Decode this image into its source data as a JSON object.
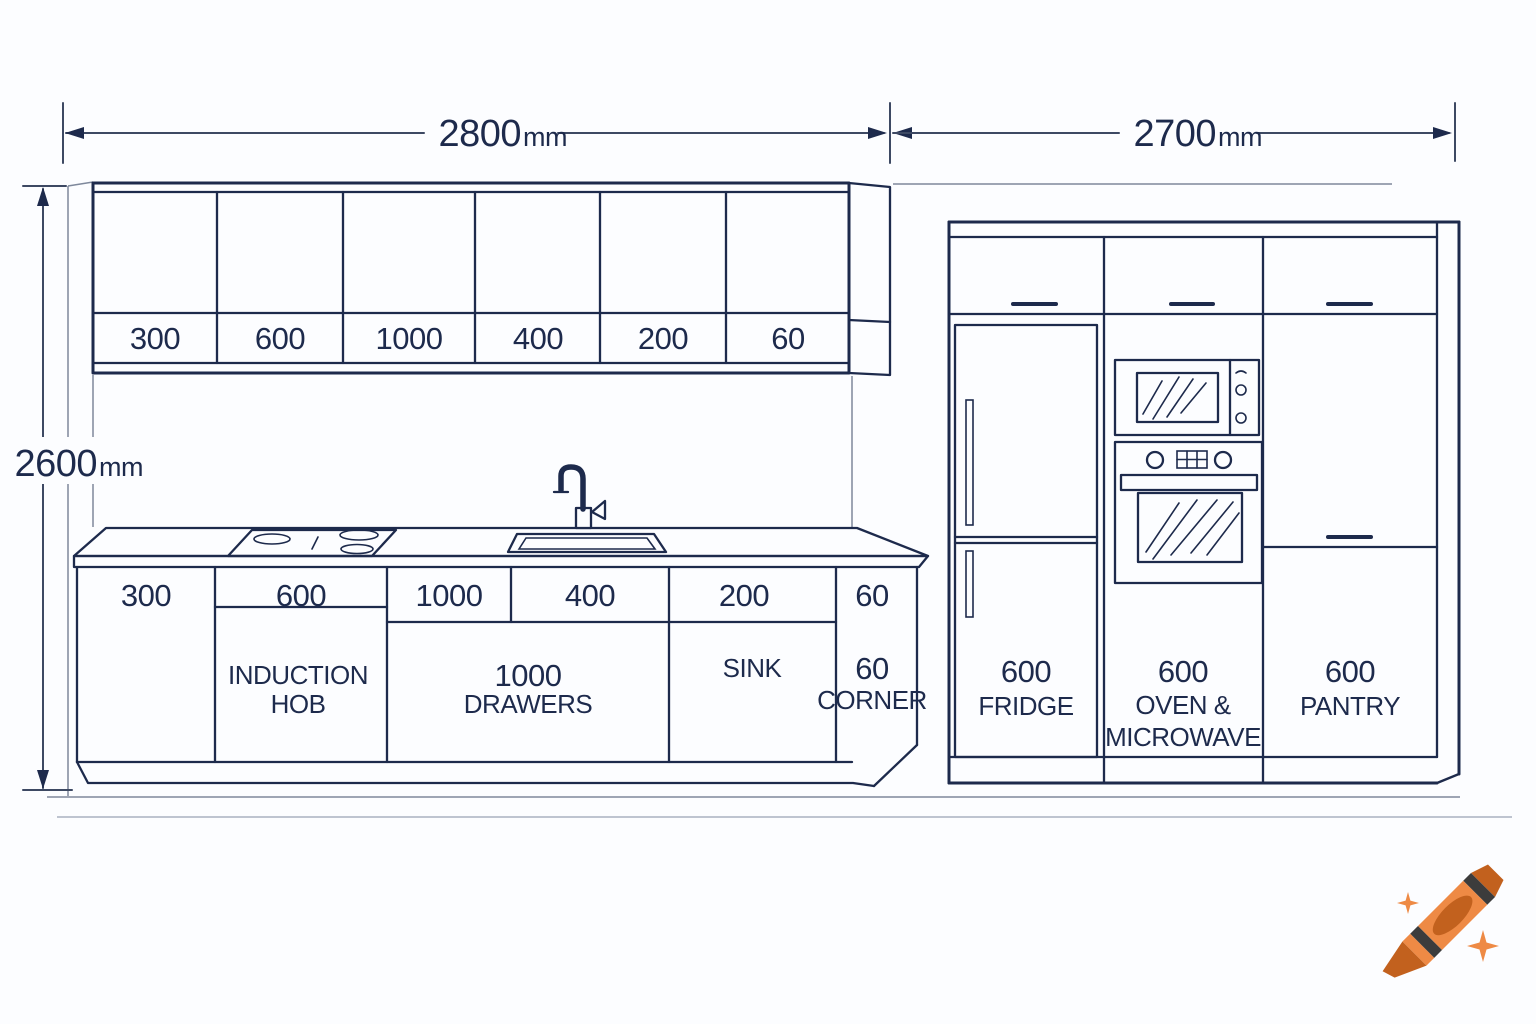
{
  "colors": {
    "line": "#1d2a4c",
    "dimension_line": "#3d4963",
    "faint_line": "#7e889c",
    "background": "#fcfdff",
    "crayon_orange": "#ee8a45",
    "crayon_dark_orange": "#c2611e",
    "crayon_band": "#3c3c3c"
  },
  "dimensions": {
    "left_width": {
      "value": "2800",
      "unit": "mm"
    },
    "right_width": {
      "value": "2700",
      "unit": "mm"
    },
    "height": {
      "value": "2600",
      "unit": "mm"
    }
  },
  "wall_cabinets": {
    "sizes": [
      "300",
      "600",
      "1000",
      "400",
      "200",
      "60"
    ]
  },
  "base_cabinets": {
    "sizes": [
      "300",
      "600",
      "1000",
      "400",
      "200",
      "60"
    ],
    "units": {
      "hob": {
        "lines": [
          "INDUCTION",
          "HOB"
        ]
      },
      "drawers": {
        "lines": [
          "1000",
          "DRAWERS"
        ]
      },
      "sink": {
        "lines": [
          "SINK"
        ]
      },
      "corner": {
        "lines": [
          "60",
          "CORNER"
        ]
      }
    }
  },
  "tall_units": {
    "fridge": {
      "size": "600",
      "lines": [
        "FRIDGE"
      ]
    },
    "oven": {
      "size": "600",
      "lines": [
        "OVEN &",
        "MICROWAVE"
      ]
    },
    "pantry": {
      "size": "600",
      "lines": [
        "PANTRY"
      ]
    }
  },
  "icons": {
    "watermark": "crayon-sparkles-logo"
  }
}
